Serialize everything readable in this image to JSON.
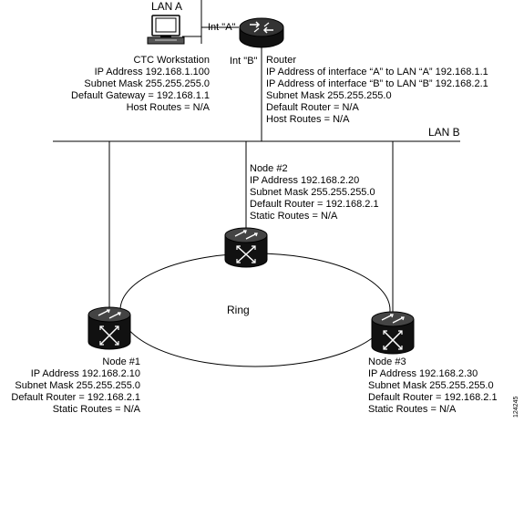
{
  "lan_a": {
    "label": "LAN A"
  },
  "lan_b": {
    "label": "LAN B"
  },
  "interfaces": {
    "a_label": "Int \"A\"",
    "b_label": "Int \"B\""
  },
  "workstation": {
    "lines": [
      "CTC Workstation",
      "IP Address 192.168.1.100",
      "Subnet Mask 255.255.255.0",
      "Default Gateway = 192.168.1.1",
      "Host Routes = N/A"
    ]
  },
  "router": {
    "lines": [
      "Router",
      "IP Address  of interface “A” to LAN “A” 192.168.1.1",
      "IP Address of interface “B” to LAN “B”  192.168.2.1",
      "Subnet Mask 255.255.255.0",
      "Default Router = N/A",
      "Host Routes =  N/A"
    ]
  },
  "node2": {
    "lines": [
      "Node #2",
      "IP Address 192.168.2.20",
      "Subnet Mask 255.255.255.0",
      "Default Router = 192.168.2.1",
      "Static Routes = N/A"
    ]
  },
  "node1": {
    "lines": [
      "Node #1",
      "IP Address 192.168.2.10",
      "Subnet Mask 255.255.255.0",
      "Default Router = 192.168.2.1",
      "Static Routes = N/A"
    ]
  },
  "node3": {
    "lines": [
      "Node #3",
      "IP Address 192.168.2.30",
      "Subnet Mask 255.255.255.0",
      "Default Router = 192.168.2.1",
      "Static Routes = N/A"
    ]
  },
  "ring": {
    "label": "Ring"
  },
  "figure_id": "124245",
  "icons": {
    "workstation": "workstation-icon",
    "router": "router-icon",
    "node": "ons-node-icon"
  }
}
